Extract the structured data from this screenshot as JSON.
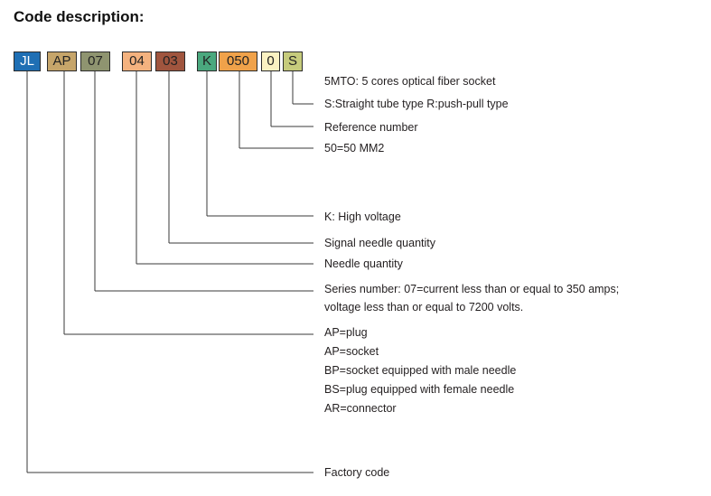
{
  "title": "Code description:",
  "segments": [
    {
      "code": "JL",
      "color": "#1f6fb4"
    },
    {
      "code": "AP",
      "color": "#c6a56a"
    },
    {
      "code": "07",
      "color": "#8f9470"
    },
    {
      "code": "04",
      "color": "#f4b27f"
    },
    {
      "code": "03",
      "color": "#a0553e"
    },
    {
      "code": "K",
      "color": "#4aa87e"
    },
    {
      "code": "050",
      "color": "#f0a24a"
    },
    {
      "code": "0",
      "color": "#fbf2c2"
    },
    {
      "code": "S",
      "color": "#c6cb7c"
    }
  ],
  "descriptions": {
    "fiber": "5MTO: 5 cores optical fiber socket",
    "tube": "S:Straight tube type  R:push-pull type",
    "reference": "Reference number",
    "size": "50=50 MM2",
    "voltage": "K: High voltage",
    "signal": "Signal needle quantity",
    "needle": "Needle quantity",
    "series": [
      "Series number: 07=current less than or equal to 350 amps;",
      "voltage less than or equal to 7200 volts."
    ],
    "plug": [
      "AP=plug",
      "AP=socket",
      "BP=socket equipped with male needle",
      "BS=plug equipped with female needle",
      "AR=connector"
    ],
    "factory": "Factory code"
  }
}
